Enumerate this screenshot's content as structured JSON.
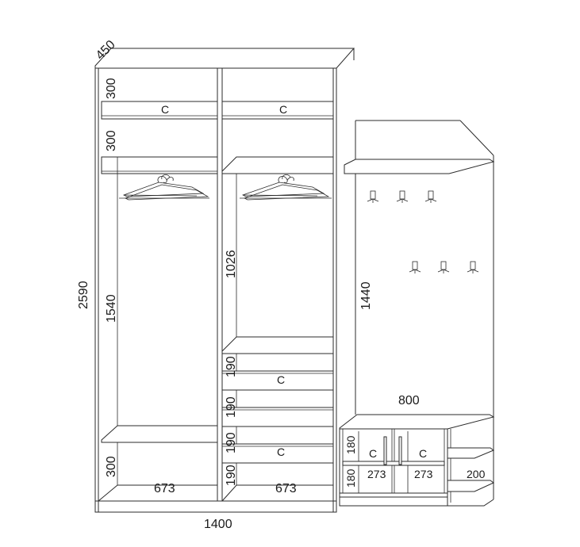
{
  "dimensions": {
    "depth": "450",
    "total_height": "2590",
    "total_width": "1400",
    "left_top_shelf": "300",
    "left_second_shelf": "300",
    "left_hanging": "1540",
    "left_bottom": "300",
    "left_width": "673",
    "mid_hanging": "1026",
    "drawer_1": "190",
    "drawer_2": "190",
    "drawer_3": "190",
    "drawer_4": "190",
    "mid_width": "673",
    "hall_height": "1440",
    "hall_width": "800",
    "cab_upper": "180",
    "cab_lower": "180",
    "cab_left_width": "273",
    "cab_right_width": "273",
    "corner_width": "200"
  },
  "labels": {
    "left_shelf": "C",
    "mid_shelf": "C",
    "drawer_a": "C",
    "drawer_b": "C",
    "cab_left": "C",
    "cab_right": "C"
  }
}
